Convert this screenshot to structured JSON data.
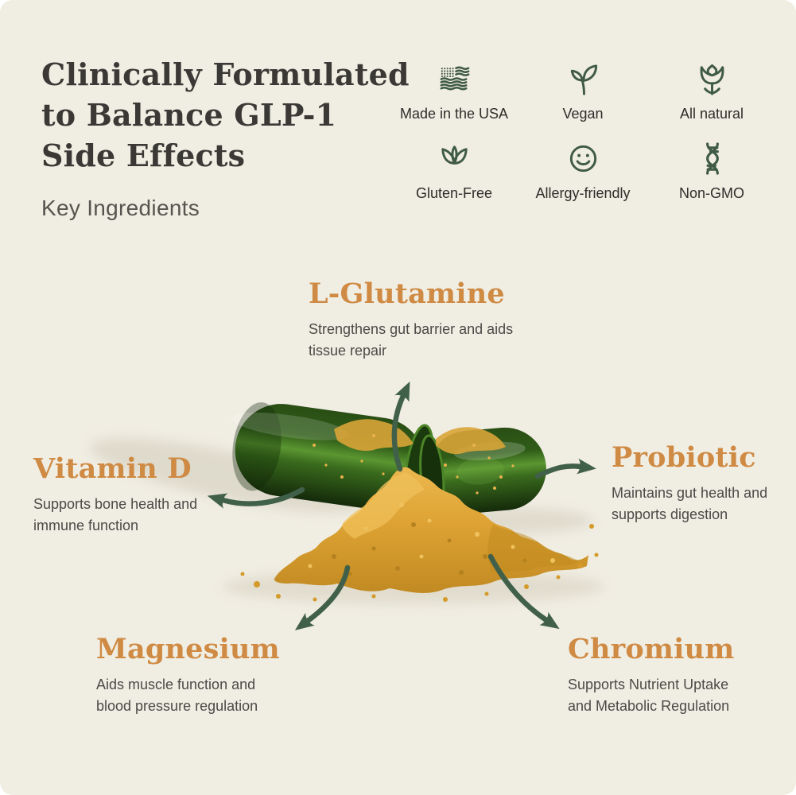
{
  "header": {
    "title_lines": [
      "Clinically Formulated",
      "to Balance GLP-1",
      "Side Effects"
    ],
    "subtitle": "Key Ingredients"
  },
  "badges": [
    {
      "icon": "usa-flag-icon",
      "label": "Made in the USA"
    },
    {
      "icon": "vegan-sprout-icon",
      "label": "Vegan"
    },
    {
      "icon": "flower-icon",
      "label": "All natural"
    },
    {
      "icon": "gluten-free-leaf-icon",
      "label": "Gluten-Free"
    },
    {
      "icon": "smiley-face-icon",
      "label": "Allergy-friendly"
    },
    {
      "icon": "dna-icon",
      "label": "Non-GMO"
    }
  ],
  "ingredients": [
    {
      "name": "L-Glutamine",
      "desc_lines": [
        "Strengthens gut barrier and aids",
        "tissue repair"
      ]
    },
    {
      "name": "Vitamin D",
      "desc_lines": [
        "Supports bone health and",
        "immune function"
      ]
    },
    {
      "name": "Probiotic",
      "desc_lines": [
        "Maintains gut health and",
        "supports digestion"
      ]
    },
    {
      "name": "Magnesium",
      "desc_lines": [
        "Aids muscle function and",
        "blood pressure regulation"
      ]
    },
    {
      "name": "Chromium",
      "desc_lines": [
        "Supports Nutrient Uptake",
        "and Metabolic Regulation"
      ]
    }
  ],
  "image": {
    "description": "Open green capsule halves with yellow powder spilling into a mound"
  },
  "colors": {
    "background": "#f0ede3",
    "title_text": "#3a3935",
    "subtitle_text": "#57554f",
    "heading_orange": "#cf8a43",
    "body_text": "#4b4a46",
    "icon_green": "#3f5a45",
    "arrow_green": "#41604a",
    "capsule_green": "#2e5c18",
    "powder_gold": "#dda233"
  }
}
